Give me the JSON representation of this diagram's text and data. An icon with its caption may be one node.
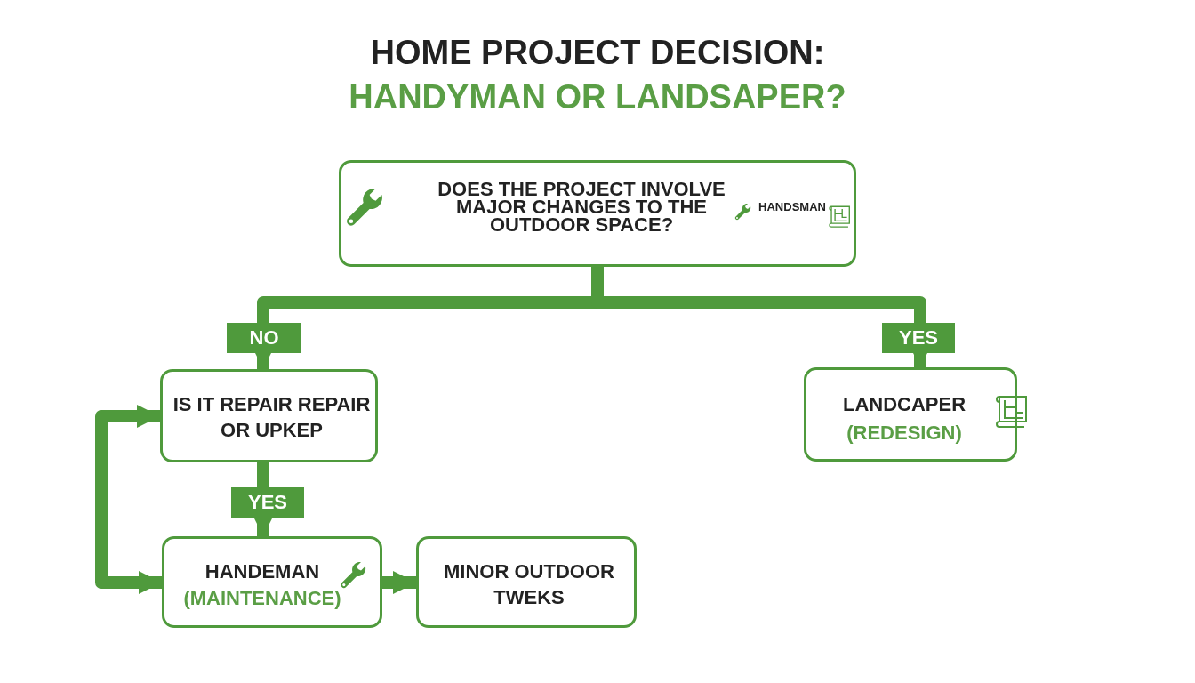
{
  "diagram": {
    "title": "HOME PROJECT DECISION:",
    "nodes": [
      {
        "text": [
          "DOES THE PROJECT INVOLVE MAJOR CHANGES TO THE OUTDOOR SPACE?",
          "HANDSMAN"
        ]
      },
      {
        "text": [
          "IS IT REPAIR REPAIR OR UPKEP"
        ]
      },
      {
        "text": [
          "LANDCAPER",
          "(REDESIGN)"
        ]
      },
      {
        "text": [
          "HANDEMAN",
          "(MAINTENANCE)"
        ]
      },
      {
        "text": [
          "MINOR OUTDOOR TWEKS"
        ]
      }
    ],
    "edges": [
      {
        "from": 0,
        "to": 1,
        "arrow": "to",
        "label": "NO"
      },
      {
        "from": 0,
        "to": 2,
        "arrow": "to",
        "label": "YES"
      },
      {
        "from": 1,
        "to": 3,
        "arrow": "to",
        "label": "YES"
      },
      {
        "from": 3,
        "to": 4,
        "arrow": "to"
      },
      {
        "from": 1,
        "to": 3,
        "arrow": "both"
      }
    ],
    "labels": [
      "HANDYMAN OR LANDSAPER?"
    ]
  }
}
